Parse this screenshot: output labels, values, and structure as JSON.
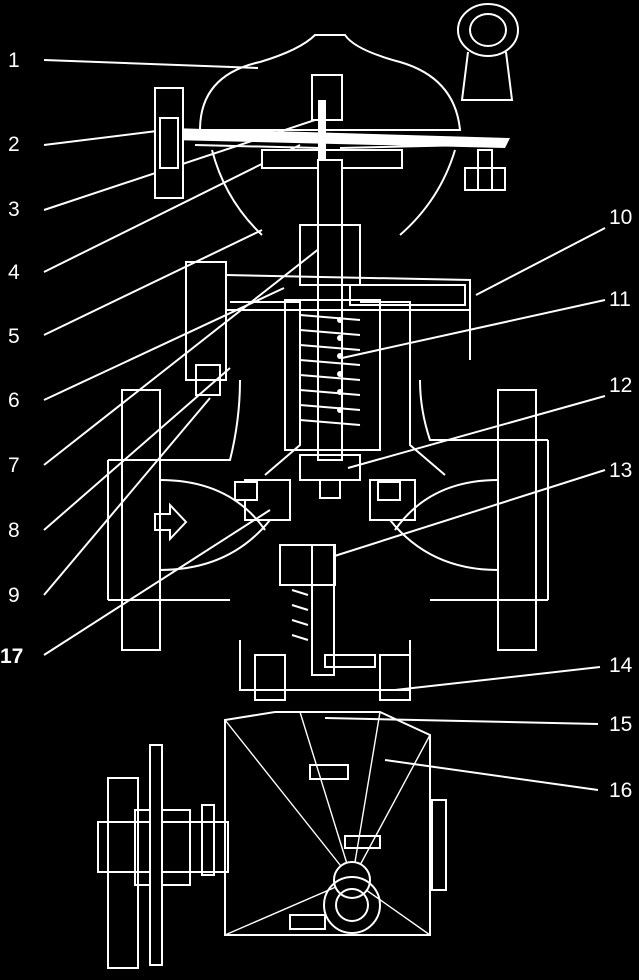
{
  "diagram": {
    "callouts": [
      {
        "id": "1",
        "label": "1"
      },
      {
        "id": "2",
        "label": "2"
      },
      {
        "id": "3",
        "label": "3"
      },
      {
        "id": "4",
        "label": "4"
      },
      {
        "id": "5",
        "label": "5"
      },
      {
        "id": "6",
        "label": "6"
      },
      {
        "id": "7",
        "label": "7"
      },
      {
        "id": "8",
        "label": "8"
      },
      {
        "id": "9",
        "label": "9"
      },
      {
        "id": "17",
        "label": "17"
      },
      {
        "id": "10",
        "label": "10"
      },
      {
        "id": "11",
        "label": "11"
      },
      {
        "id": "12",
        "label": "12"
      },
      {
        "id": "13",
        "label": "13"
      },
      {
        "id": "14",
        "label": "14"
      },
      {
        "id": "15",
        "label": "15"
      },
      {
        "id": "16",
        "label": "16"
      }
    ],
    "colors": {
      "background": "#000000",
      "line": "#ffffff"
    }
  }
}
